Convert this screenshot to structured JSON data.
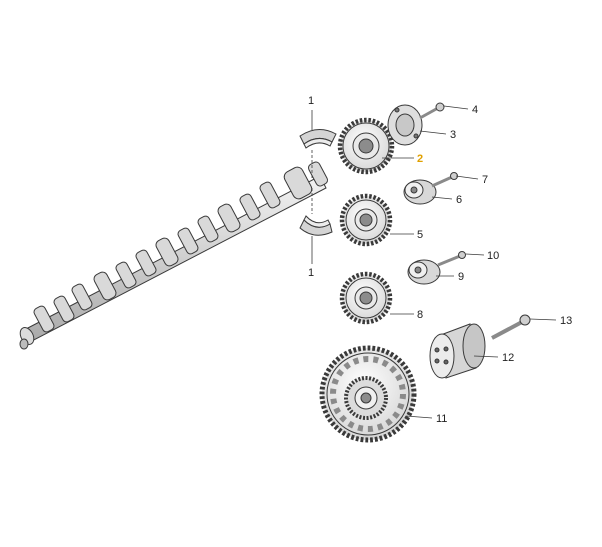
{
  "colors": {
    "line": "#3a3a3a",
    "metal": "#e6e6e6",
    "metal_dark": "#9a9a9a",
    "highlight": "#e0a000"
  },
  "callouts": {
    "c1_top": "1",
    "c1_bottom": "1",
    "c2": "2",
    "c3": "3",
    "c4": "4",
    "c5": "5",
    "c6": "6",
    "c7": "7",
    "c8": "8",
    "c9": "9",
    "c10": "10",
    "c11": "11",
    "c12": "12",
    "c13": "13"
  },
  "highlighted_callout": "2"
}
